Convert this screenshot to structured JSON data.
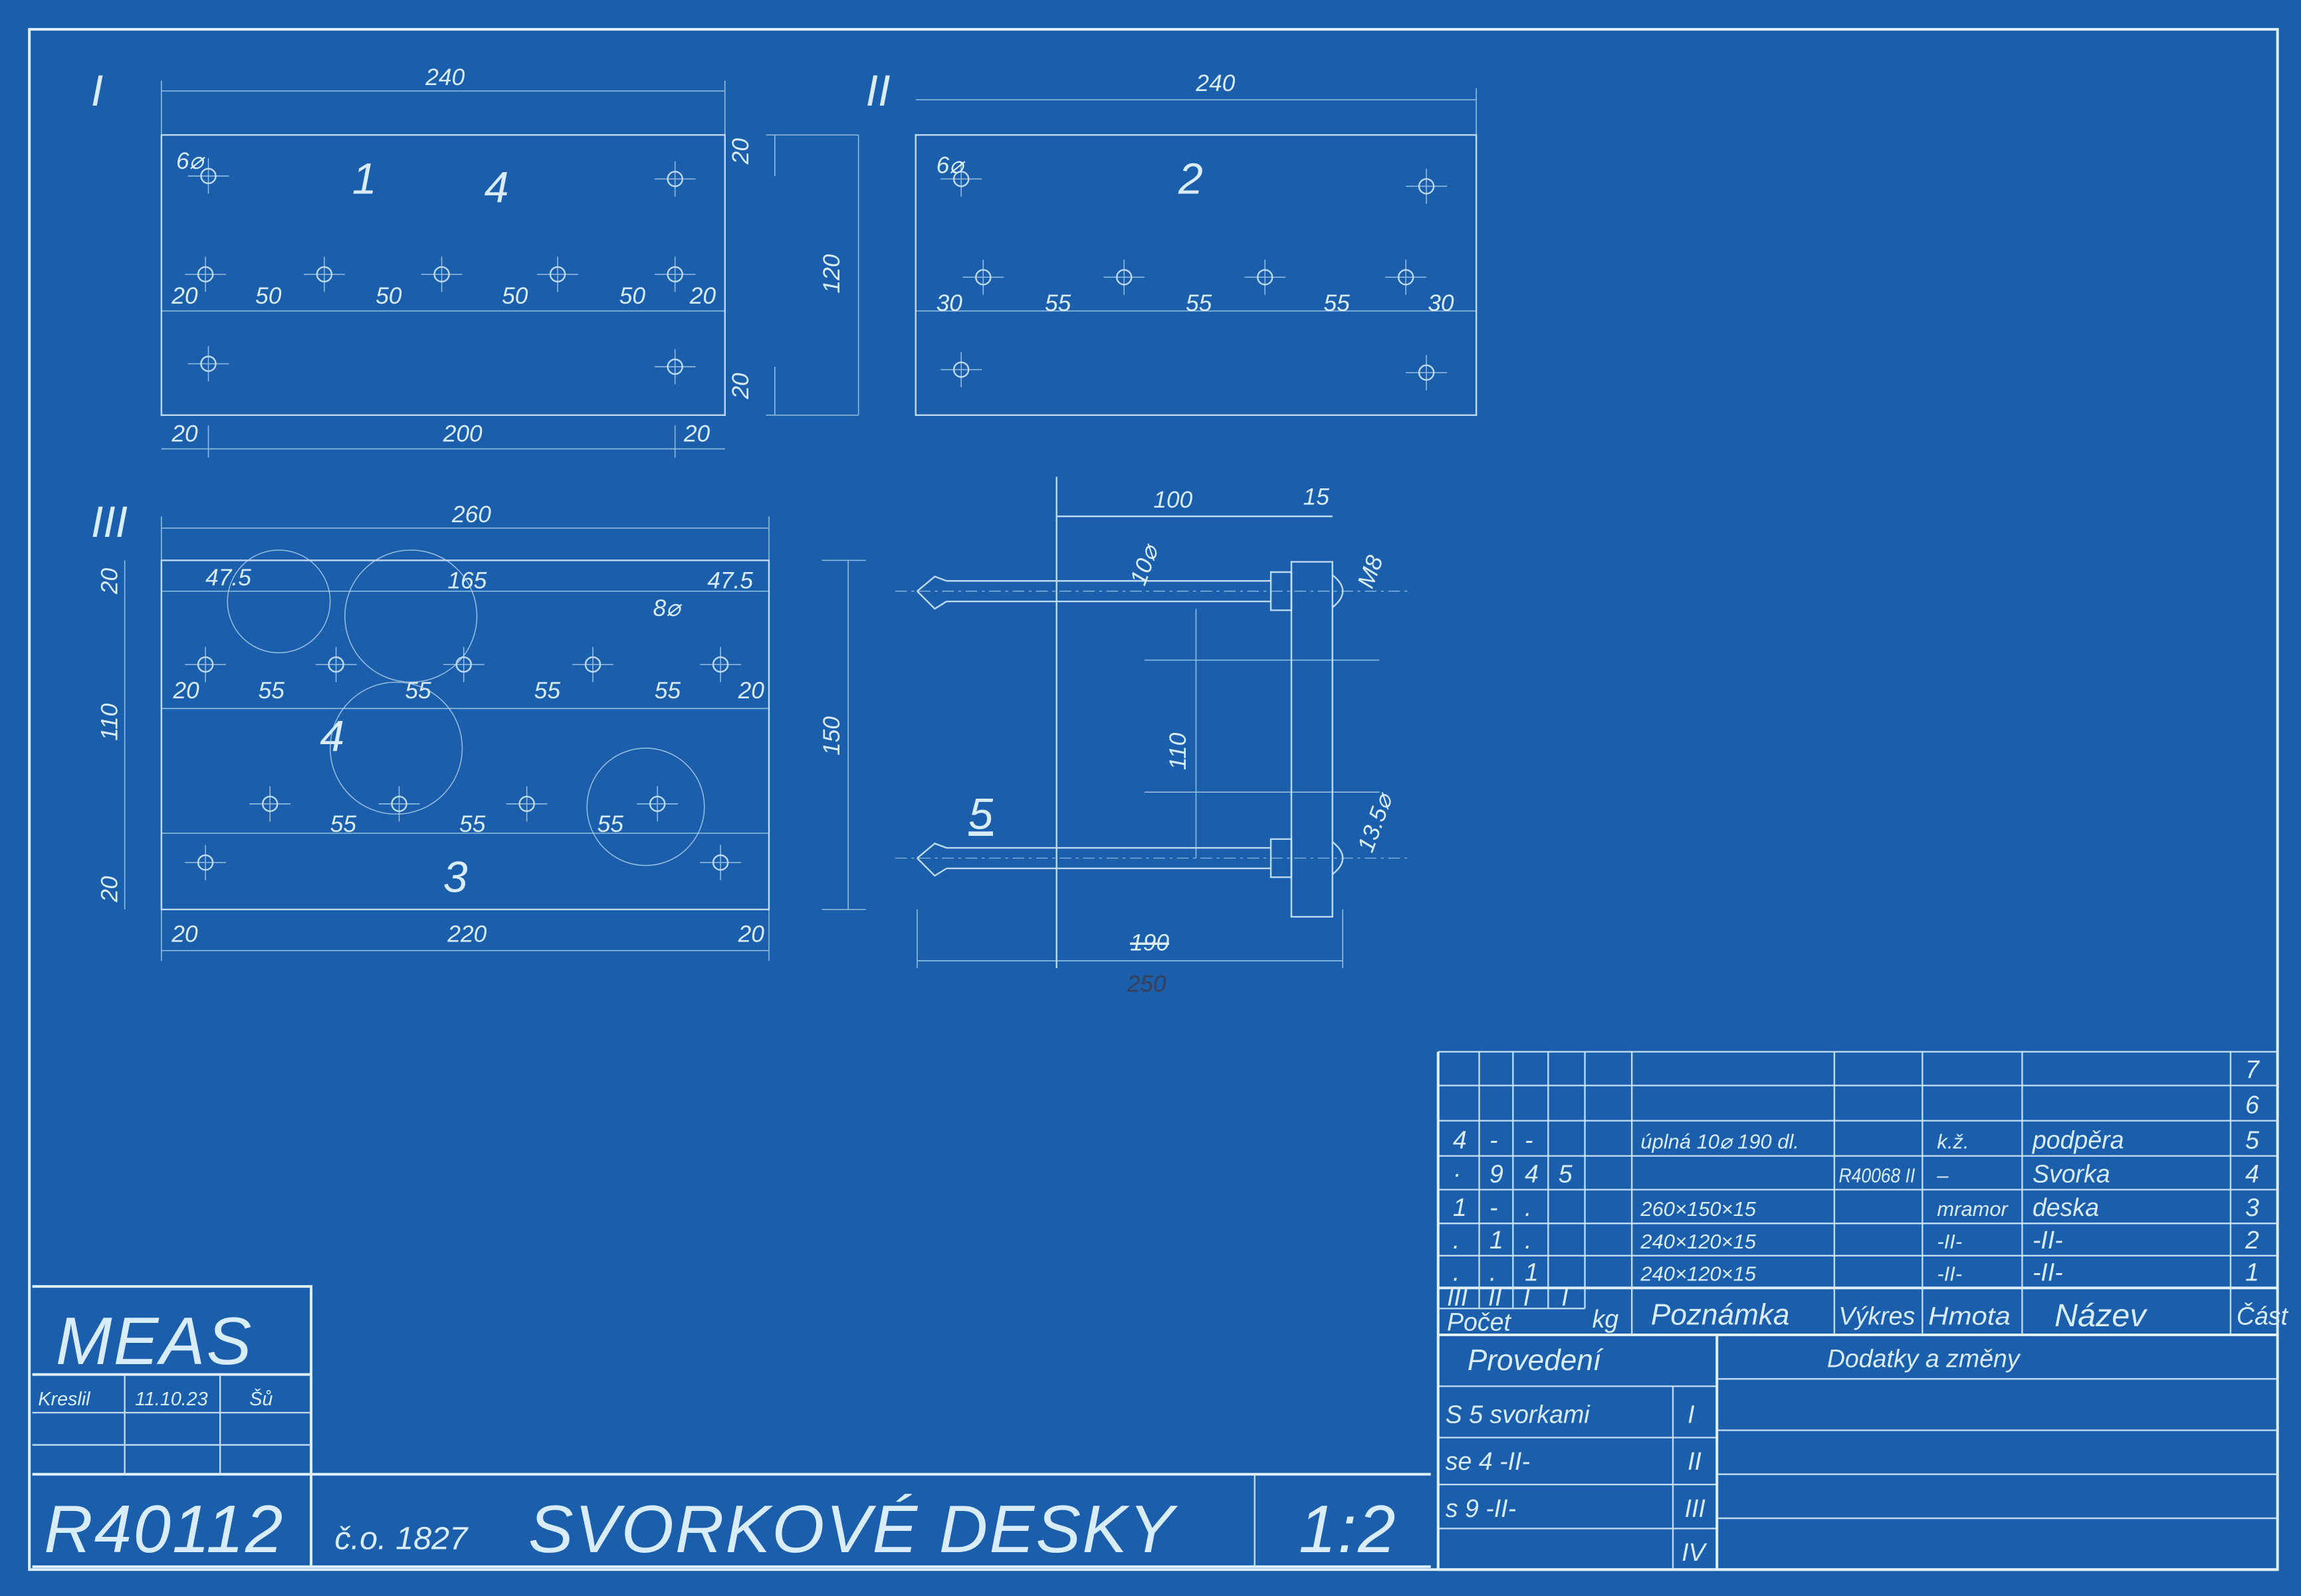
{
  "views": {
    "view_1": {
      "label": "I",
      "dims": {
        "width": "240",
        "height": "120",
        "top_edge": "20",
        "bottom_edge": "20",
        "hole_dia": "6⌀",
        "row": [
          "20",
          "50",
          "50",
          "50",
          "50",
          "20"
        ],
        "bottom": [
          "20",
          "200",
          "20"
        ]
      },
      "parts": [
        "1",
        "4"
      ]
    },
    "view_2": {
      "label": "II",
      "dims": {
        "width": "240",
        "hole_dia": "6⌀",
        "row": [
          "30",
          "55",
          "55",
          "55",
          "30"
        ]
      },
      "parts": [
        "2"
      ]
    },
    "view_3": {
      "label": "III",
      "dims": {
        "width": "260",
        "top": [
          "47.5",
          "165",
          "47.5"
        ],
        "hole_dia": "8⌀",
        "left": [
          "20",
          "110",
          "20"
        ],
        "height": "150",
        "row1": [
          "20",
          "55",
          "55",
          "55",
          "55",
          "20"
        ],
        "row2": [
          "55",
          "55",
          "55"
        ],
        "bottom": [
          "20",
          "220",
          "20"
        ]
      },
      "parts": [
        "4",
        "3"
      ]
    },
    "side_view": {
      "dims": {
        "reach": "100",
        "plate": "15",
        "rod_dia": "10⌀",
        "spacing": "110",
        "bolt_top": "M8",
        "bolt_bottom": "13.5⌀",
        "old_length": "190",
        "new_length": "250"
      },
      "part": "5"
    }
  },
  "parts_list": {
    "rows": [
      {
        "qty": [
          "",
          "",
          "",
          ""
        ],
        "note": "",
        "drawing": "",
        "material": "",
        "name": "",
        "part": "7"
      },
      {
        "qty": [
          "",
          "",
          "",
          ""
        ],
        "note": "",
        "drawing": "",
        "material": "",
        "name": "",
        "part": "6"
      },
      {
        "qty": [
          "4",
          "-",
          "-",
          ""
        ],
        "note": "úplná 10⌀ 190 dl.",
        "drawing": "",
        "material": "k.ž.",
        "name": "podpěra",
        "part": "5"
      },
      {
        "qty": [
          "·",
          "9",
          "4",
          "5"
        ],
        "note": "",
        "drawing": "R40068 II",
        "material": "–",
        "name": "Svorka",
        "part": "4"
      },
      {
        "qty": [
          "1",
          "-",
          ".",
          ""
        ],
        "note": "260×150×15",
        "drawing": "",
        "material": "mramor",
        "name": "deska",
        "part": "3"
      },
      {
        "qty": [
          ".",
          "1",
          ".",
          ""
        ],
        "note": "240×120×15",
        "drawing": "",
        "material": "-II-",
        "name": "-II-",
        "part": "2"
      },
      {
        "qty": [
          ".",
          ".",
          "1",
          ""
        ],
        "note": "240×120×15",
        "drawing": "",
        "material": "-II-",
        "name": "-II-",
        "part": "1"
      }
    ],
    "header": {
      "variants": [
        "III",
        "II",
        "I",
        "I"
      ],
      "count": "Počet",
      "kg": "kg",
      "note": "Poznámka",
      "drawing": "Výkres",
      "material": "Hmota",
      "name": "Název",
      "part": "Část"
    }
  },
  "execution": {
    "title": "Provedení",
    "rows": [
      {
        "text": "S 5 svorkami",
        "variant": "I"
      },
      {
        "text": "se 4 -II-",
        "variant": "II"
      },
      {
        "text": "s 9 -II-",
        "variant": "III"
      },
      {
        "text": "",
        "variant": "IV"
      }
    ]
  },
  "changes": {
    "title": "Dodatky a změny"
  },
  "title_block": {
    "company": "MEAS",
    "drawn_label": "Kreslil",
    "drawn_date": "11.10.23",
    "drawn_by": "Šů",
    "drawing_number": "R40112",
    "order_number": "č.o. 1827",
    "title": "SVORKOVÉ DESKY",
    "scale": "1:2"
  },
  "colors": {
    "paper": "#1b5fac",
    "line": "#cfe7f7",
    "pencil": "#3a3f55"
  }
}
